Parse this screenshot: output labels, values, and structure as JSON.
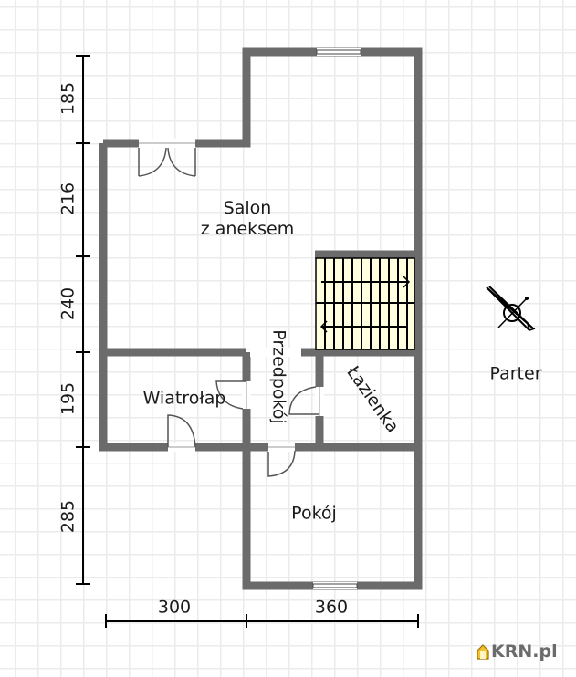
{
  "floor_label": "Parter",
  "rooms": [
    {
      "name": "Salon",
      "name_line2": "z aneksem"
    },
    {
      "name": "Wiatrołap"
    },
    {
      "name": "Przedpokój"
    },
    {
      "name": "Łazienka"
    },
    {
      "name": "Pokój"
    }
  ],
  "dimensions": {
    "vertical": [
      "185",
      "216",
      "240",
      "195",
      "285"
    ],
    "horizontal": [
      "300",
      "360"
    ]
  },
  "icons": {
    "compass": "compass-north-arrow-icon",
    "stairs": "stairs-icon",
    "logo_house": "house-icon"
  },
  "watermark": "KRN.pl",
  "colors": {
    "wall": "#6b6b6b",
    "wall_edge": "#505050",
    "stairs_fill": "#ffffe0",
    "grid": "#ebebeb",
    "logo_gold": "#d9a400"
  }
}
